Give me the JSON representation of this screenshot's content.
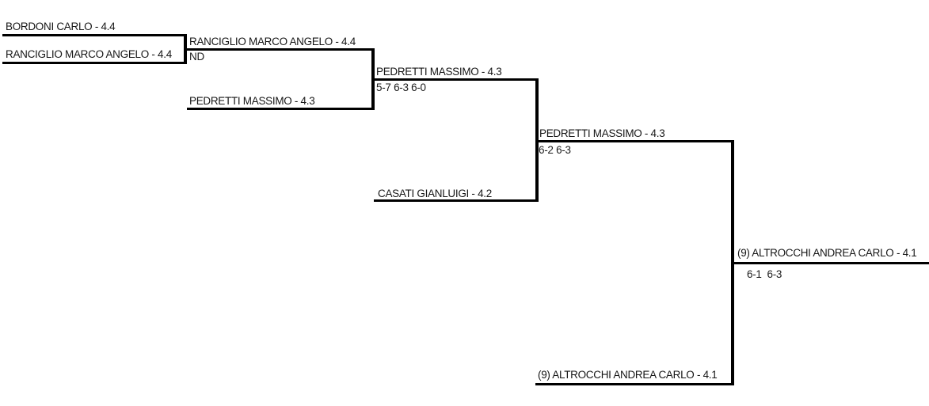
{
  "page": {
    "background_color": "#ffffff",
    "line_color": "#000000",
    "text_color": "#161616"
  },
  "bracket": {
    "type": "single-elimination-tournament-bracket",
    "rounds_shown": 4,
    "matches": [
      {
        "round": 1,
        "player_top": "BORDONI CARLO - 4.4",
        "player_bottom": "RANCIGLIO MARCO ANGELO - 4.4",
        "winner": "RANCIGLIO MARCO ANGELO - 4.4",
        "score": "ND"
      },
      {
        "round": 2,
        "player_top": "RANCIGLIO MARCO ANGELO - 4.4",
        "player_bottom": "PEDRETTI MASSIMO - 4.3",
        "winner": "PEDRETTI MASSIMO - 4.3",
        "score": "5-7 6-3 6-0"
      },
      {
        "round": 3,
        "player_top": "PEDRETTI MASSIMO - 4.3",
        "player_bottom": "CASATI GIANLUIGI - 4.2",
        "winner": "PEDRETTI MASSIMO - 4.3",
        "score": "6-2 6-3"
      },
      {
        "round": 4,
        "player_top": "PEDRETTI MASSIMO - 4.3",
        "player_bottom": "(9) ALTROCCHI ANDREA CARLO - 4.1",
        "winner": "(9) ALTROCCHI ANDREA CARLO - 4.1",
        "score": "6-1  6-3"
      }
    ]
  }
}
